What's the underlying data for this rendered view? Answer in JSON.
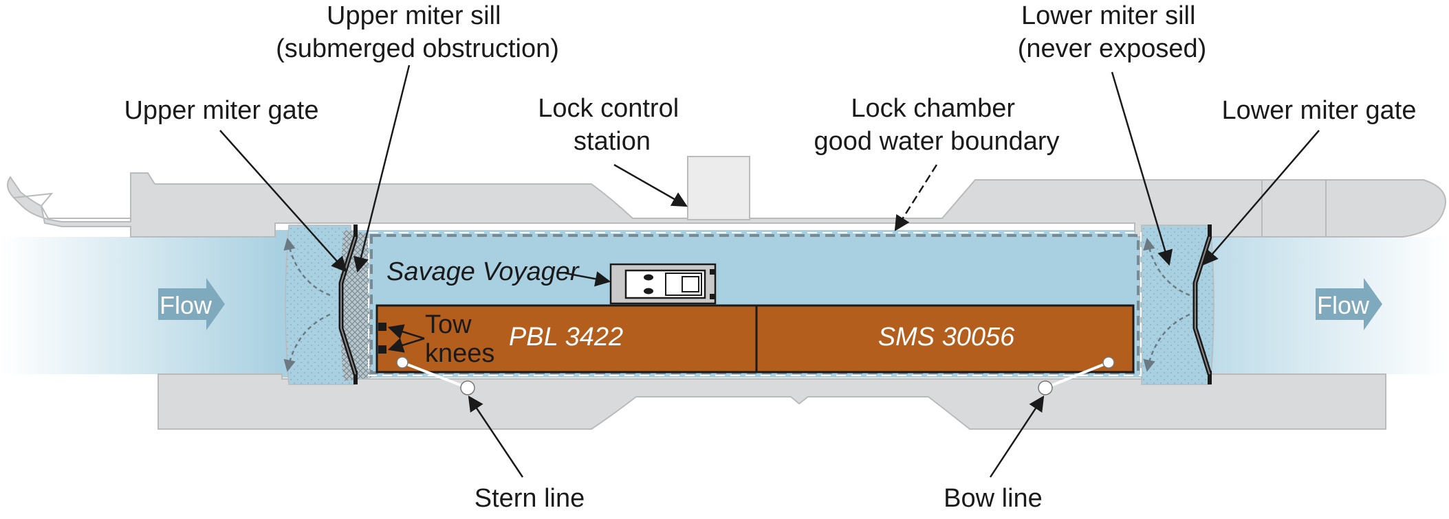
{
  "labels": {
    "upper_miter_sill": [
      "Upper miter sill",
      "(submerged obstruction)"
    ],
    "upper_miter_gate": [
      "Upper miter gate"
    ],
    "lock_control_station": [
      "Lock control",
      "station"
    ],
    "lock_chamber": [
      "Lock chamber",
      "good water boundary"
    ],
    "lower_miter_sill": [
      "Lower miter sill",
      "(never exposed)"
    ],
    "lower_miter_gate": [
      "Lower miter gate"
    ],
    "tow_knees": [
      "Tow",
      "knees"
    ],
    "stern_line": "Stern line",
    "bow_line": "Bow line"
  },
  "vessel": {
    "name": "Savage Voyager"
  },
  "barges": [
    {
      "name": "PBL 3422"
    },
    {
      "name": "SMS 30056"
    }
  ],
  "flow": {
    "left": "Flow",
    "right": "Flow"
  },
  "colors": {
    "water": "#a9d0e1",
    "concrete": "#d9dadb",
    "concrete_stroke": "#b9babb",
    "barge": "#b35e1c",
    "gate": "#1a1a1a",
    "flow_arrow": "#7fa9bd"
  }
}
